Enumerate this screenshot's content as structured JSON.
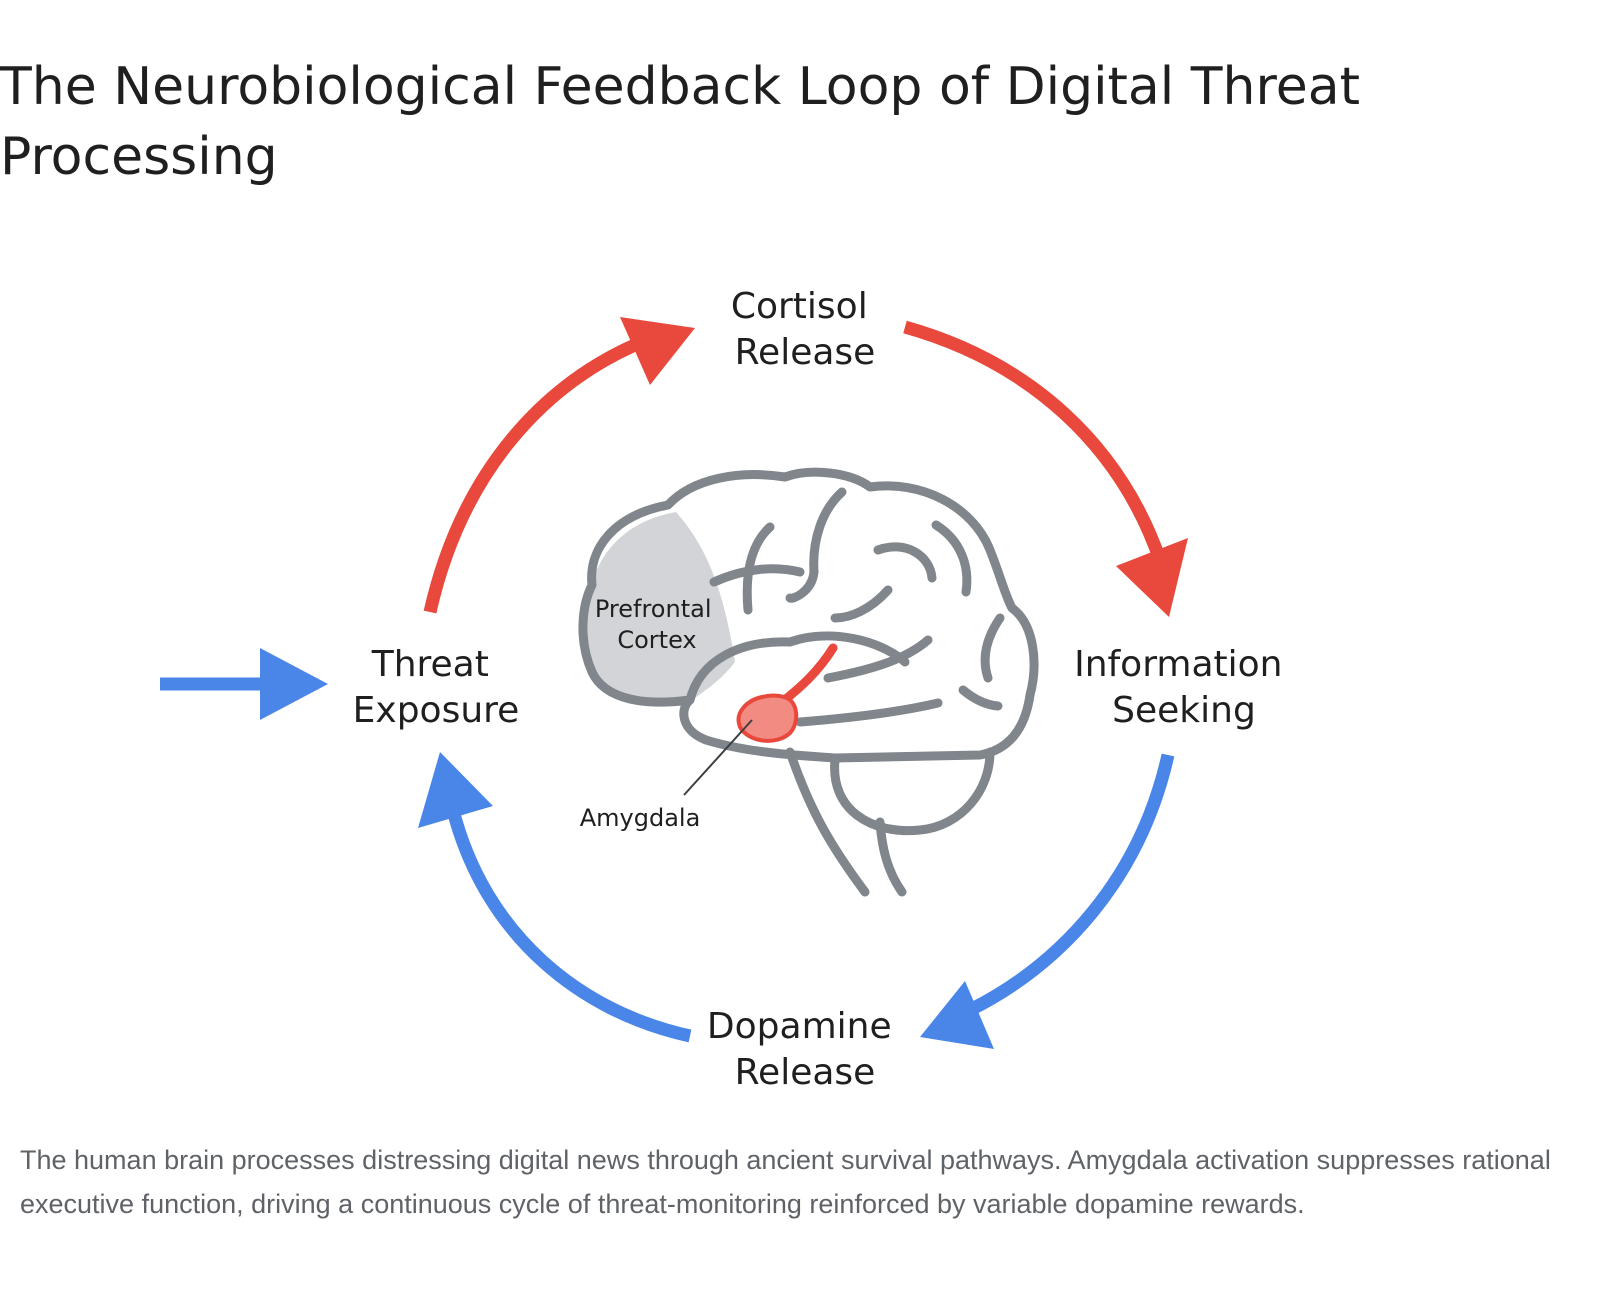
{
  "title": "The Neurobiological Feedback Loop of Digital Threat Processing",
  "colors": {
    "cortisol_arrow": "#e8493c",
    "dopamine_arrow": "#4a86e8",
    "brain_outline": "#80868b",
    "prefrontal_fill": "#d2d4d7",
    "amygdala_fill": "#f28b82",
    "amygdala_stroke": "#e8493c"
  },
  "cycle": {
    "top": {
      "line1": "Cortisol",
      "line2": "Release"
    },
    "right": {
      "line1": "Information",
      "line2": "Seeking"
    },
    "bottom": {
      "line1": "Dopamine",
      "line2": "Release"
    },
    "left": {
      "line1": "Threat",
      "line2": "Exposure"
    }
  },
  "brain": {
    "prefrontal": {
      "line1": "Prefrontal",
      "line2": "Cortex"
    },
    "amygdala": "Amygdala"
  },
  "caption": "The human brain processes distressing digital news through ancient survival pathways. Amygdala activation suppresses rational executive function, driving a continuous cycle of threat-monitoring reinforced by variable dopamine rewards."
}
